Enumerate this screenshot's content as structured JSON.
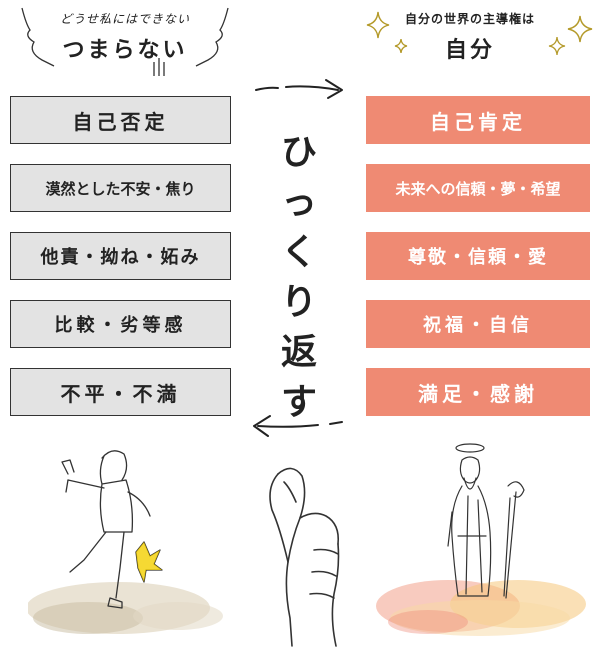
{
  "header_left": {
    "sub": "どうせ私にはできない",
    "main": "つまらない"
  },
  "header_right": {
    "sub": "自分の世界の主導権は",
    "main": "自分"
  },
  "center_chars": [
    "ひ",
    "っ",
    "く",
    "り",
    "返",
    "す"
  ],
  "left_items": [
    "自己否定",
    "漠然とした不安・焦り",
    "他責・拗ね・妬み",
    "比較・劣等感",
    "不平・不満"
  ],
  "right_items": [
    "自己肯定",
    "未来への信頼・夢・希望",
    "尊敬・信頼・愛",
    "祝福・自信",
    "満足・感謝"
  ],
  "colors": {
    "left_box": "#e3e3e3",
    "right_box": "#ef8a73",
    "gold": "#b49a2a"
  },
  "icons": [
    "sparkle-icon",
    "arrow-right-icon",
    "arrow-left-icon",
    "finger-heart-icon"
  ]
}
